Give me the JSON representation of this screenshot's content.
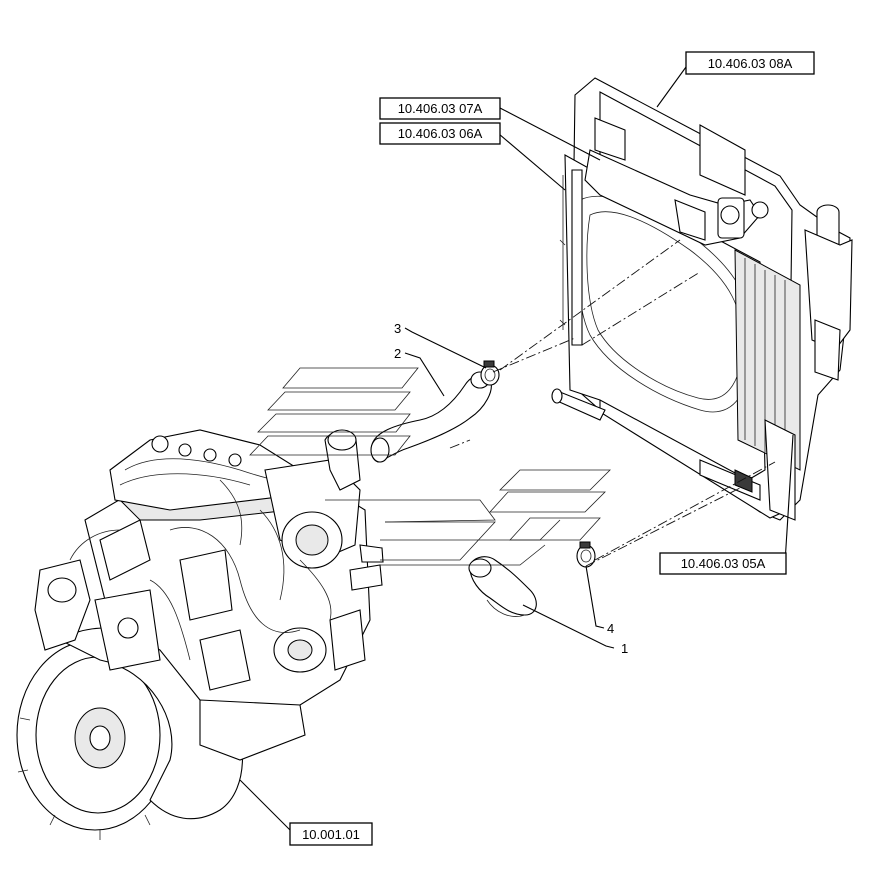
{
  "reference_boxes": [
    {
      "id": "ref-08a",
      "label": "10.406.03 08A"
    },
    {
      "id": "ref-07a",
      "label": "10.406.03 07A"
    },
    {
      "id": "ref-06a",
      "label": "10.406.03 06A"
    },
    {
      "id": "ref-05a",
      "label": "10.406.03 05A"
    },
    {
      "id": "ref-engine",
      "label": "10.001.01"
    }
  ],
  "callouts": [
    {
      "id": "callout-1",
      "label": "1"
    },
    {
      "id": "callout-2",
      "label": "2"
    },
    {
      "id": "callout-3",
      "label": "3"
    },
    {
      "id": "callout-4",
      "label": "4"
    }
  ]
}
